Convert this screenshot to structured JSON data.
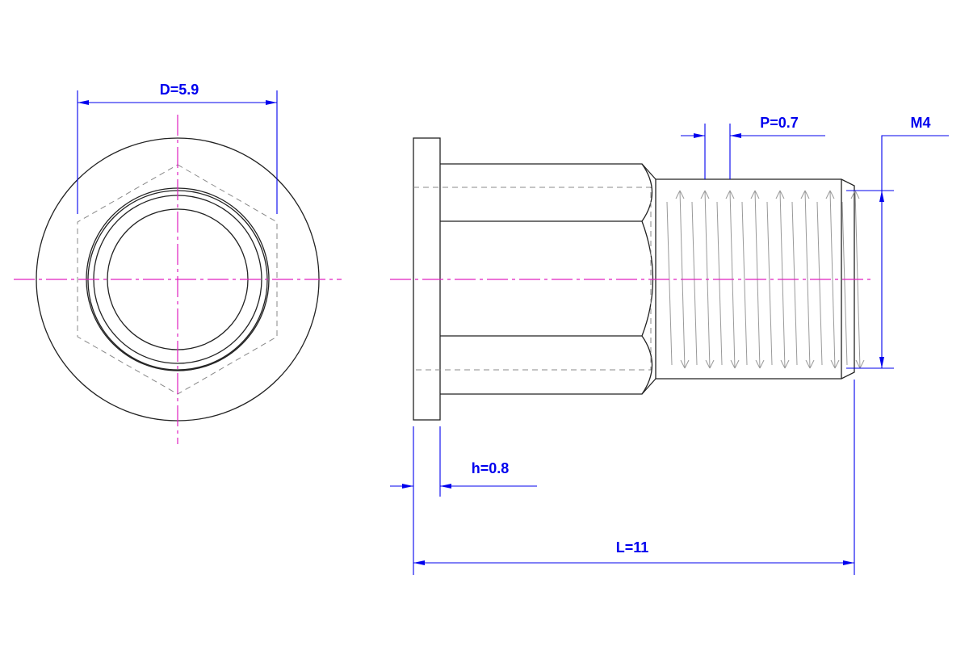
{
  "drawing": {
    "title": "Blind rivet nut, M4 thread",
    "colors": {
      "dimension": "#0000ee",
      "centerline": "#e020c0",
      "outline": "#222222",
      "hidden": "#888888"
    },
    "dimensions": {
      "flange_diameter": "D=5.9",
      "pitch": "P=0.7",
      "thread": "M4",
      "flange_height": "h=0.8",
      "length": "L=11"
    }
  }
}
